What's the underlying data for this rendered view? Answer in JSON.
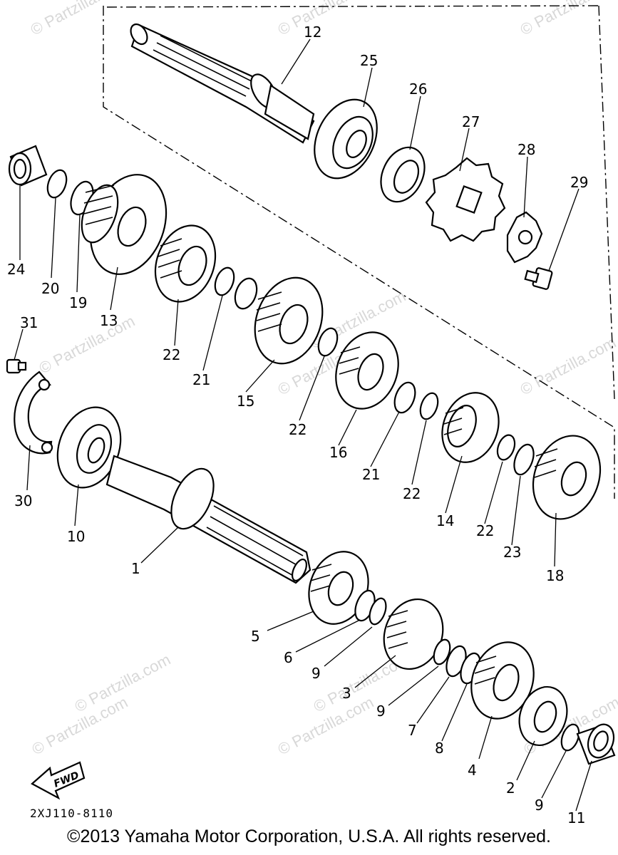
{
  "diagram": {
    "catalog_code": "2XJ110-8110",
    "copyright": "©2013 Yamaha Motor Corporation, U.S.A. All rights reserved.",
    "fwd_label": "FWD",
    "watermarks": [
      "© Partzilla.com",
      "© Partzilla.com",
      "© Partzilla.com",
      "© Partzilla.com",
      "© Partzilla.com",
      "© Partzilla.com",
      "© Partzilla.com",
      "© Partzilla.com",
      "© Partzilla.com",
      "© Partzilla.com",
      "© Partzilla.com",
      "© Partzilla.com"
    ],
    "callouts": [
      "12",
      "25",
      "26",
      "27",
      "28",
      "29",
      "24",
      "20",
      "19",
      "13",
      "31",
      "22",
      "21",
      "15",
      "22",
      "16",
      "21",
      "22",
      "14",
      "22",
      "23",
      "18",
      "30",
      "10",
      "1",
      "5",
      "6",
      "9",
      "3",
      "9",
      "7",
      "8",
      "4",
      "2",
      "9",
      "11"
    ]
  }
}
